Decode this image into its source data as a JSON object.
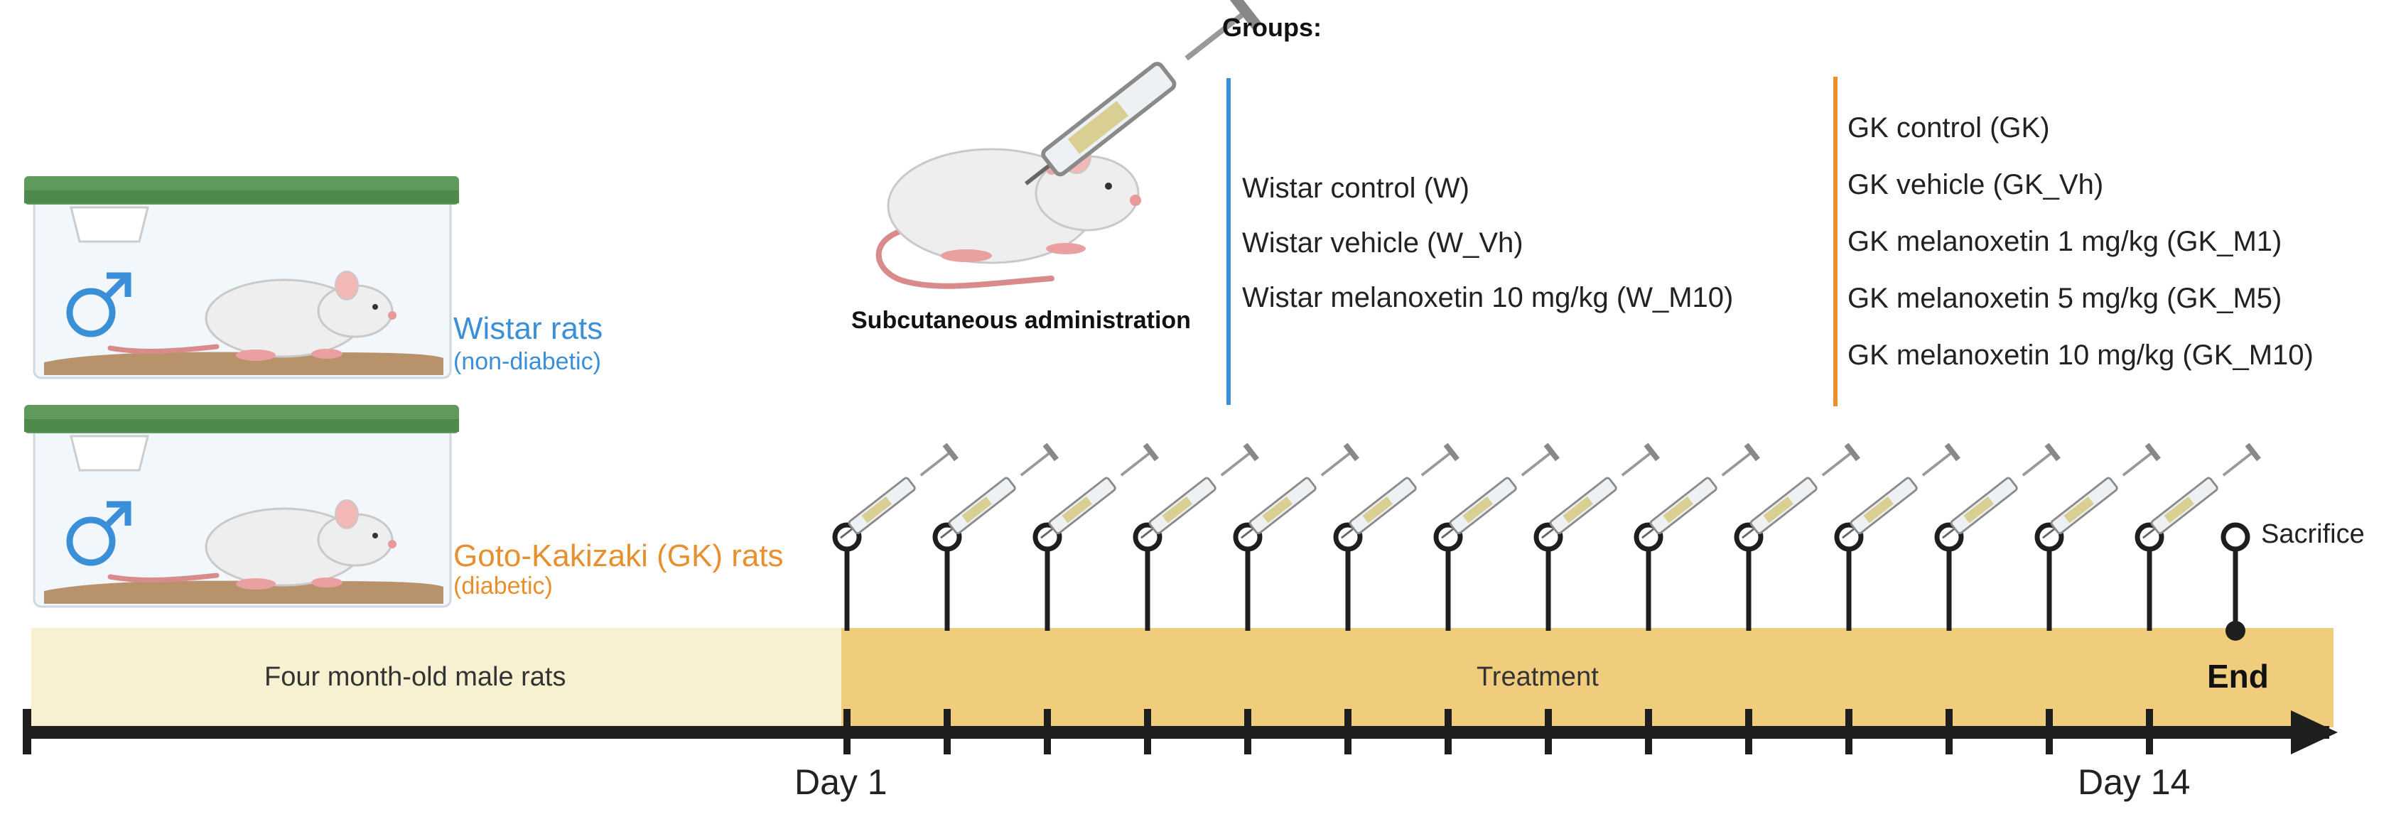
{
  "groups": {
    "title": "Groups:",
    "wistar": [
      "Wistar control (W)",
      "Wistar vehicle (W_Vh)",
      "Wistar melanoxetin 10 mg/kg (W_M10)"
    ],
    "gk": [
      "GK control (GK)",
      "GK vehicle (GK_Vh)",
      "GK melanoxetin 1 mg/kg (GK_M1)",
      "GK melanoxetin 5 mg/kg (GK_M5)",
      "GK melanoxetin 10 mg/kg (GK_M10)"
    ]
  },
  "administration": {
    "label": "Subcutaneous administration"
  },
  "rats": {
    "wistar": {
      "title": "Wistar rats",
      "subtitle": "(non-diabetic)"
    },
    "gk": {
      "title": "Goto-Kakizaki (GK) rats",
      "subtitle": "(diabetic)"
    },
    "male_symbol": "♂"
  },
  "timeline": {
    "phase_before": "Four month-old male rats",
    "phase_treatment": "Treatment",
    "end_label": "End",
    "day_start": "Day 1",
    "day_end": "Day 14",
    "injections": 14,
    "sacrifice_label": "Sacrifice"
  },
  "colors": {
    "wistar": "#3a8fd8",
    "gk": "#e88f2e",
    "pre_band": "#f7f1d2",
    "treatment_band": "#efcd7d",
    "axis": "#1e1e1e",
    "cage_lid": "#5f9a5c",
    "bedding": "#b8926a"
  }
}
